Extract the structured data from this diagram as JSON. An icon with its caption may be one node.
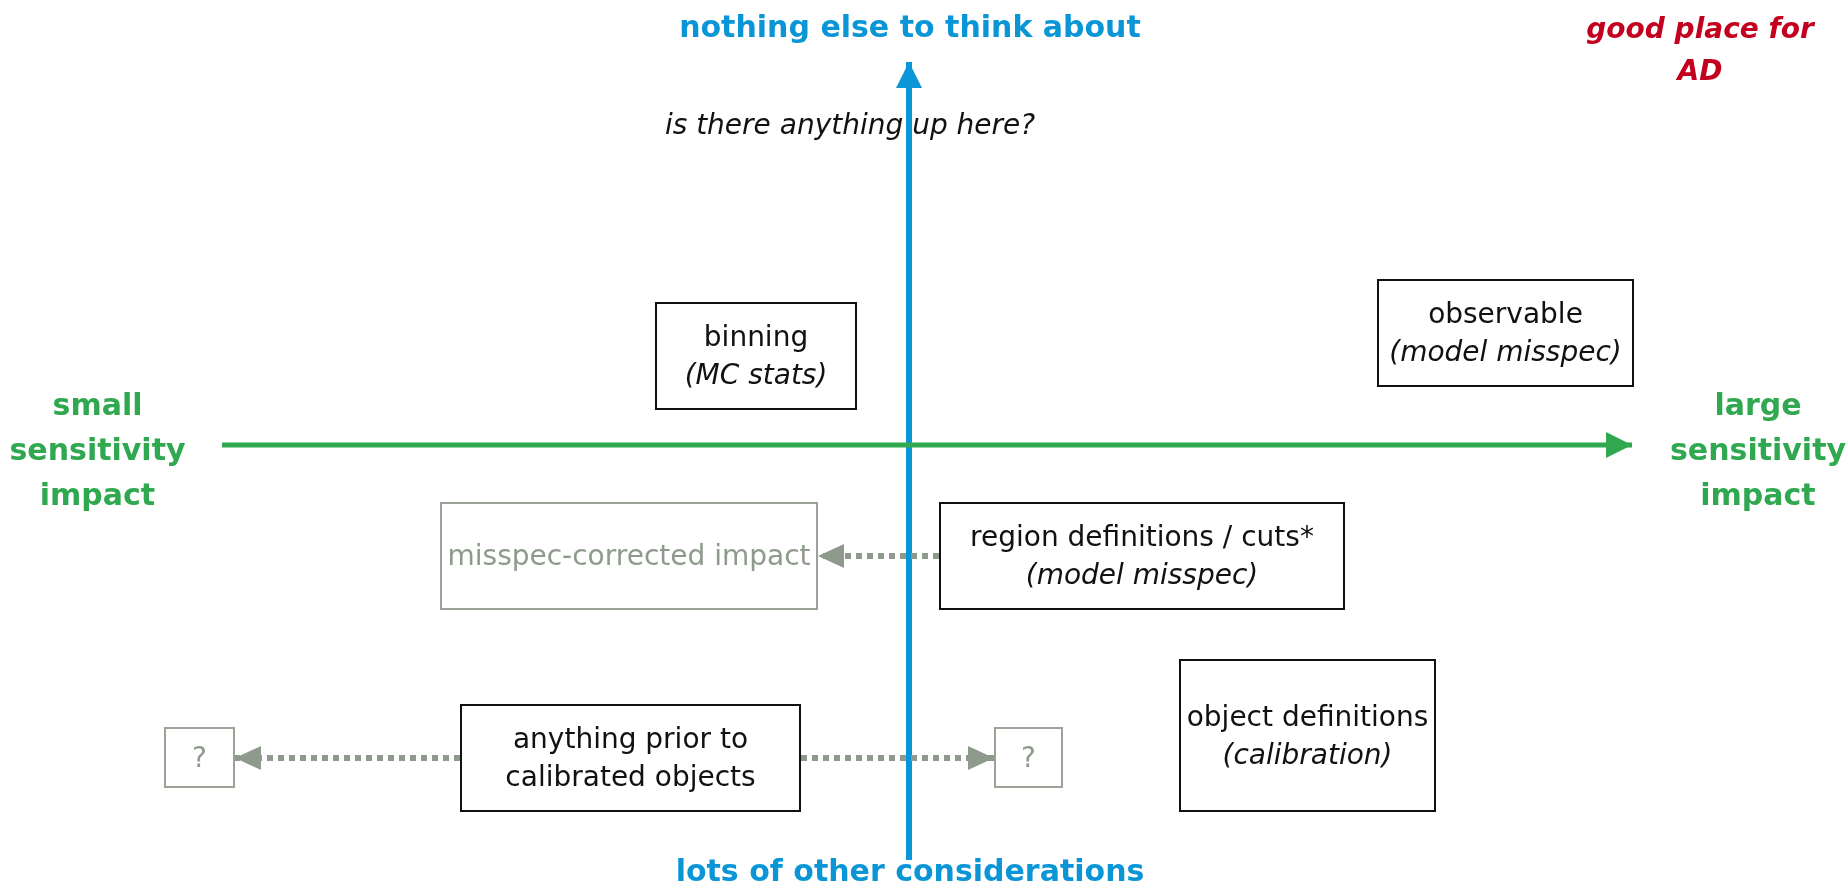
{
  "diagram": {
    "nodes": [
      {
        "text": [
          "binning",
          "(MC stats)"
        ]
      },
      {
        "text": [
          "observable",
          "(model misspec)"
        ]
      },
      {
        "text": [
          "misspec-corrected impact"
        ]
      },
      {
        "text": [
          "region definitions / cuts*",
          "(model misspec)"
        ]
      },
      {
        "text": [
          "?"
        ]
      },
      {
        "text": [
          "anything prior to calibrated objects"
        ]
      },
      {
        "text": [
          "?"
        ]
      },
      {
        "text": [
          "object definitions",
          "(calibration)"
        ]
      }
    ],
    "edges": [
      {
        "from": 3,
        "to": 2,
        "arrow": "to"
      },
      {
        "from": 5,
        "to": 4,
        "arrow": "to"
      },
      {
        "from": 5,
        "to": 6,
        "arrow": "to"
      }
    ],
    "labels": [
      "nothing else to think about",
      "good place for AD",
      "is there anything up here?",
      "small sensitivity impact",
      "large sensitivity impact",
      "lots of other considerations"
    ]
  }
}
